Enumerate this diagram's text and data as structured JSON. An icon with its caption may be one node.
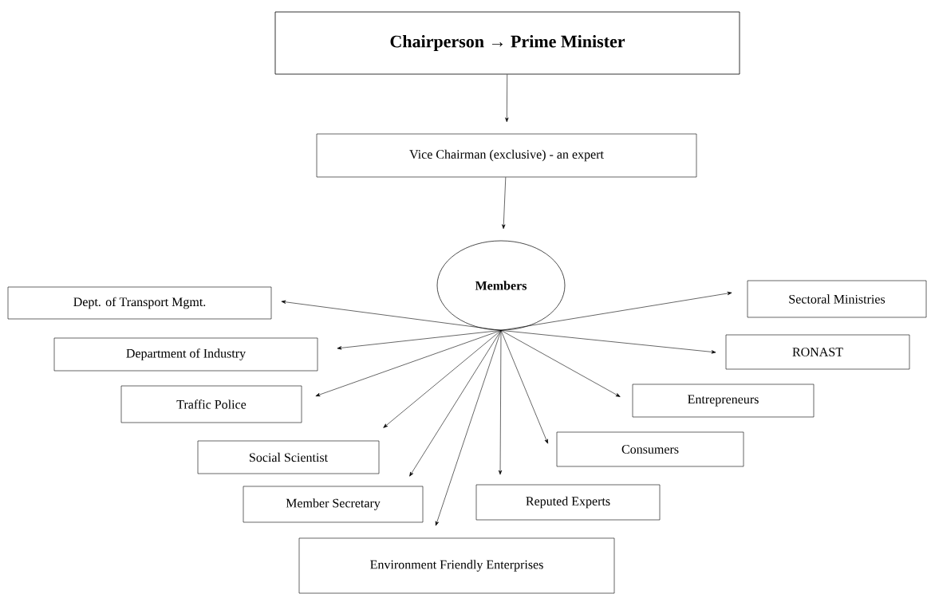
{
  "diagram": {
    "nodes": [
      {
        "text": [
          "Chairperson → Prime Minister"
        ]
      },
      {
        "text": [
          "Vice Chairman (exclusive) - an expert"
        ]
      },
      {
        "text": [
          "Members"
        ]
      },
      {
        "text": [
          "Dept. of Transport Mgmt."
        ]
      },
      {
        "text": [
          "Department of Industry"
        ]
      },
      {
        "text": [
          "Traffic Police"
        ]
      },
      {
        "text": [
          "Social Scientist"
        ]
      },
      {
        "text": [
          "Member Secretary"
        ]
      },
      {
        "text": [
          "Environment Friendly Enterprises"
        ]
      },
      {
        "text": [
          "Reputed Experts"
        ]
      },
      {
        "text": [
          "Consumers"
        ]
      },
      {
        "text": [
          "Entrepreneurs"
        ]
      },
      {
        "text": [
          "RONAST"
        ]
      },
      {
        "text": [
          "Sectoral Ministries"
        ]
      }
    ],
    "edges": [
      {
        "from": 0,
        "to": 1,
        "arrow": "to"
      },
      {
        "from": 1,
        "to": 2,
        "arrow": "to"
      },
      {
        "from": 2,
        "to": 3,
        "arrow": "to"
      },
      {
        "from": 2,
        "to": 4,
        "arrow": "to"
      },
      {
        "from": 2,
        "to": 5,
        "arrow": "to"
      },
      {
        "from": 2,
        "to": 6,
        "arrow": "to"
      },
      {
        "from": 2,
        "to": 7,
        "arrow": "to"
      },
      {
        "from": 2,
        "to": 8,
        "arrow": "to"
      },
      {
        "from": 2,
        "to": 9,
        "arrow": "to"
      },
      {
        "from": 2,
        "to": 10,
        "arrow": "to"
      },
      {
        "from": 2,
        "to": 11,
        "arrow": "to"
      },
      {
        "from": 2,
        "to": 12,
        "arrow": "to"
      },
      {
        "from": 2,
        "to": 13,
        "arrow": "to"
      }
    ]
  }
}
